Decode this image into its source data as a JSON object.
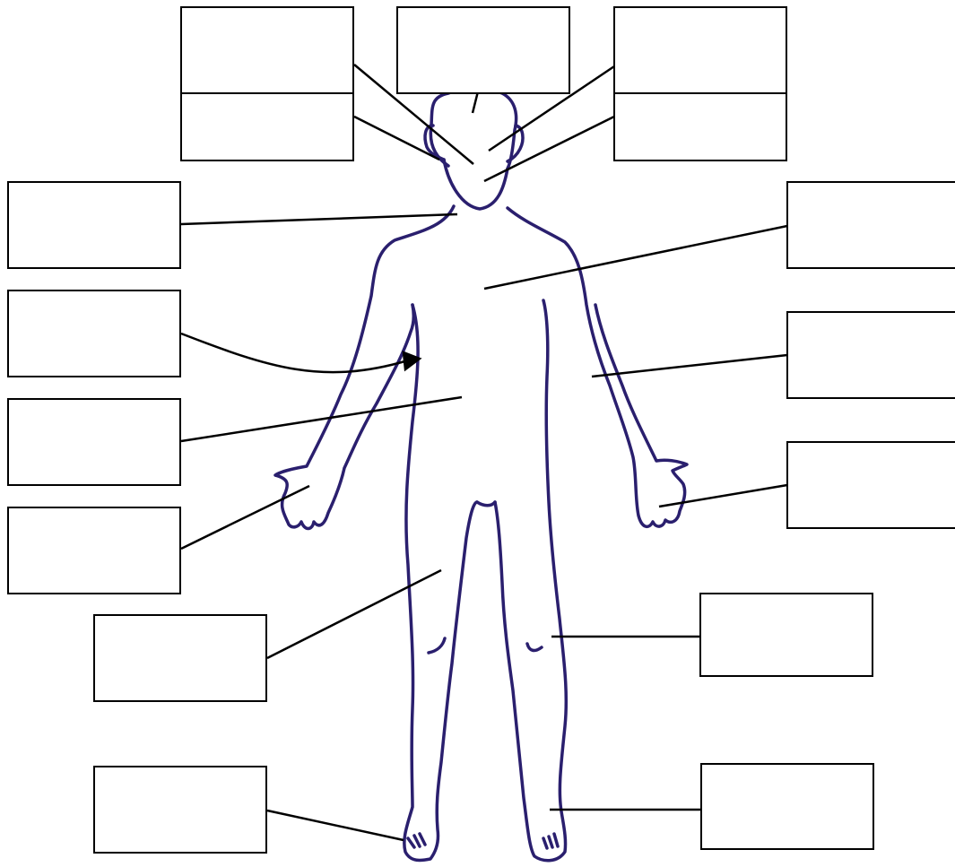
{
  "diagram": {
    "outline_color": "#2a1f6e",
    "line_color": "#000000",
    "labels": [
      {
        "id": "head-top-left",
        "text": ""
      },
      {
        "id": "head-top-center",
        "text": ""
      },
      {
        "id": "head-top-right",
        "text": ""
      },
      {
        "id": "head-mid-left",
        "text": ""
      },
      {
        "id": "head-mid-right",
        "text": ""
      },
      {
        "id": "neck",
        "text": ""
      },
      {
        "id": "chest",
        "text": ""
      },
      {
        "id": "side",
        "text": ""
      },
      {
        "id": "forearm",
        "text": ""
      },
      {
        "id": "abdomen",
        "text": ""
      },
      {
        "id": "right-hand",
        "text": ""
      },
      {
        "id": "left-hand",
        "text": ""
      },
      {
        "id": "thigh",
        "text": ""
      },
      {
        "id": "knee",
        "text": ""
      },
      {
        "id": "right-foot",
        "text": ""
      },
      {
        "id": "left-foot",
        "text": ""
      }
    ]
  }
}
